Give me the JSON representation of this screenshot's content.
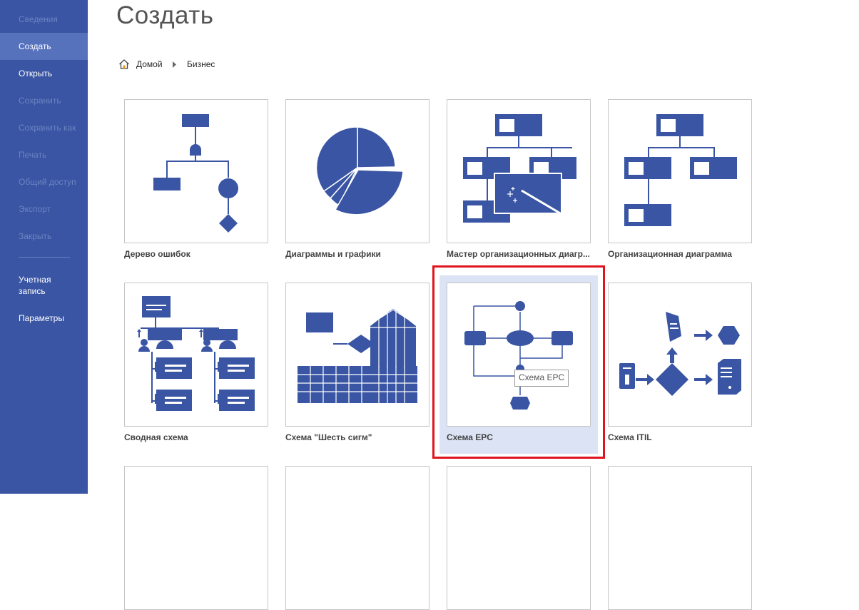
{
  "sidebar": {
    "items": [
      {
        "label": "Сведения",
        "state": "disabled"
      },
      {
        "label": "Создать",
        "state": "active"
      },
      {
        "label": "Открыть",
        "state": "normal"
      },
      {
        "label": "Сохранить",
        "state": "disabled"
      },
      {
        "label": "Сохранить как",
        "state": "disabled"
      },
      {
        "label": "Печать",
        "state": "disabled"
      },
      {
        "label": "Общий доступ",
        "state": "disabled"
      },
      {
        "label": "Экспорт",
        "state": "disabled"
      },
      {
        "label": "Закрыть",
        "state": "disabled"
      }
    ],
    "bottom_items": [
      {
        "label": "Учетная запись"
      },
      {
        "label": "Параметры"
      }
    ]
  },
  "page": {
    "title": "Создать"
  },
  "breadcrumb": {
    "home": "Домой",
    "current": "Бизнес"
  },
  "templates": [
    {
      "label": "Дерево ошибок",
      "icon": "fault-tree-icon"
    },
    {
      "label": "Диаграммы и графики",
      "icon": "pie-chart-icon"
    },
    {
      "label": "Мастер организационных диагр...",
      "icon": "org-chart-wizard-icon"
    },
    {
      "label": "Организационная диаграмма",
      "icon": "org-chart-icon"
    },
    {
      "label": "Сводная схема",
      "icon": "pivot-diagram-icon"
    },
    {
      "label": "Схема \"Шесть сигм\"",
      "icon": "six-sigma-icon"
    },
    {
      "label": "Схема EPC",
      "icon": "epc-diagram-icon",
      "selected": true
    },
    {
      "label": "Схема ITIL",
      "icon": "itil-diagram-icon"
    }
  ],
  "tooltip": {
    "text": "Схема EPC"
  },
  "colors": {
    "sidebar": "#3955a3",
    "sidebar_active": "#5672bd",
    "accent_icon": "#3955a3",
    "highlight": "#e0141e",
    "selected_bg": "#dce3f4"
  }
}
